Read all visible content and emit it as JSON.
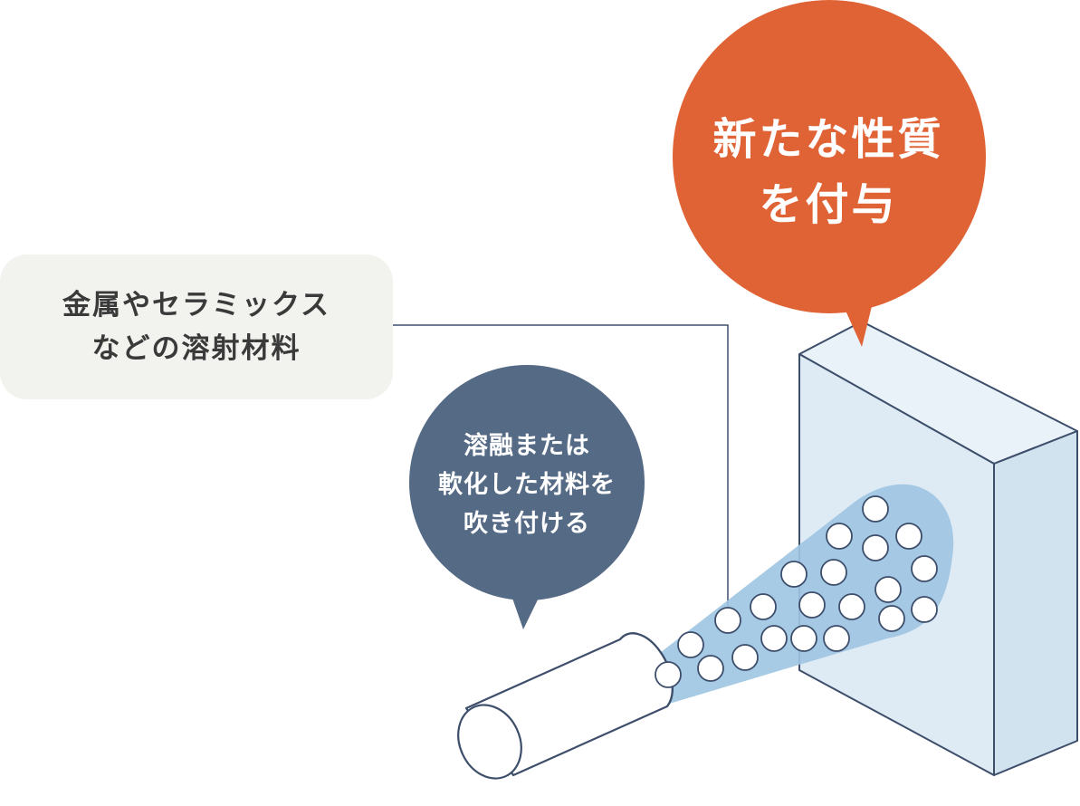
{
  "material_label": {
    "line1": "金属やセラミックス",
    "line2": "などの溶射材料"
  },
  "spray_bubble": {
    "line1": "溶融または",
    "line2": "軟化した材料を",
    "line3": "吹き付ける"
  },
  "result_bubble": {
    "line1": "新たな性質",
    "line2": "を付与"
  },
  "colors": {
    "orange_bubble": "#e06336",
    "navy_bubble": "#556a85",
    "label_box": "#f2f2ee",
    "outline": "#3d4e6b",
    "block_face": "#deebf5",
    "spray_cone": "#9fc5e2"
  }
}
